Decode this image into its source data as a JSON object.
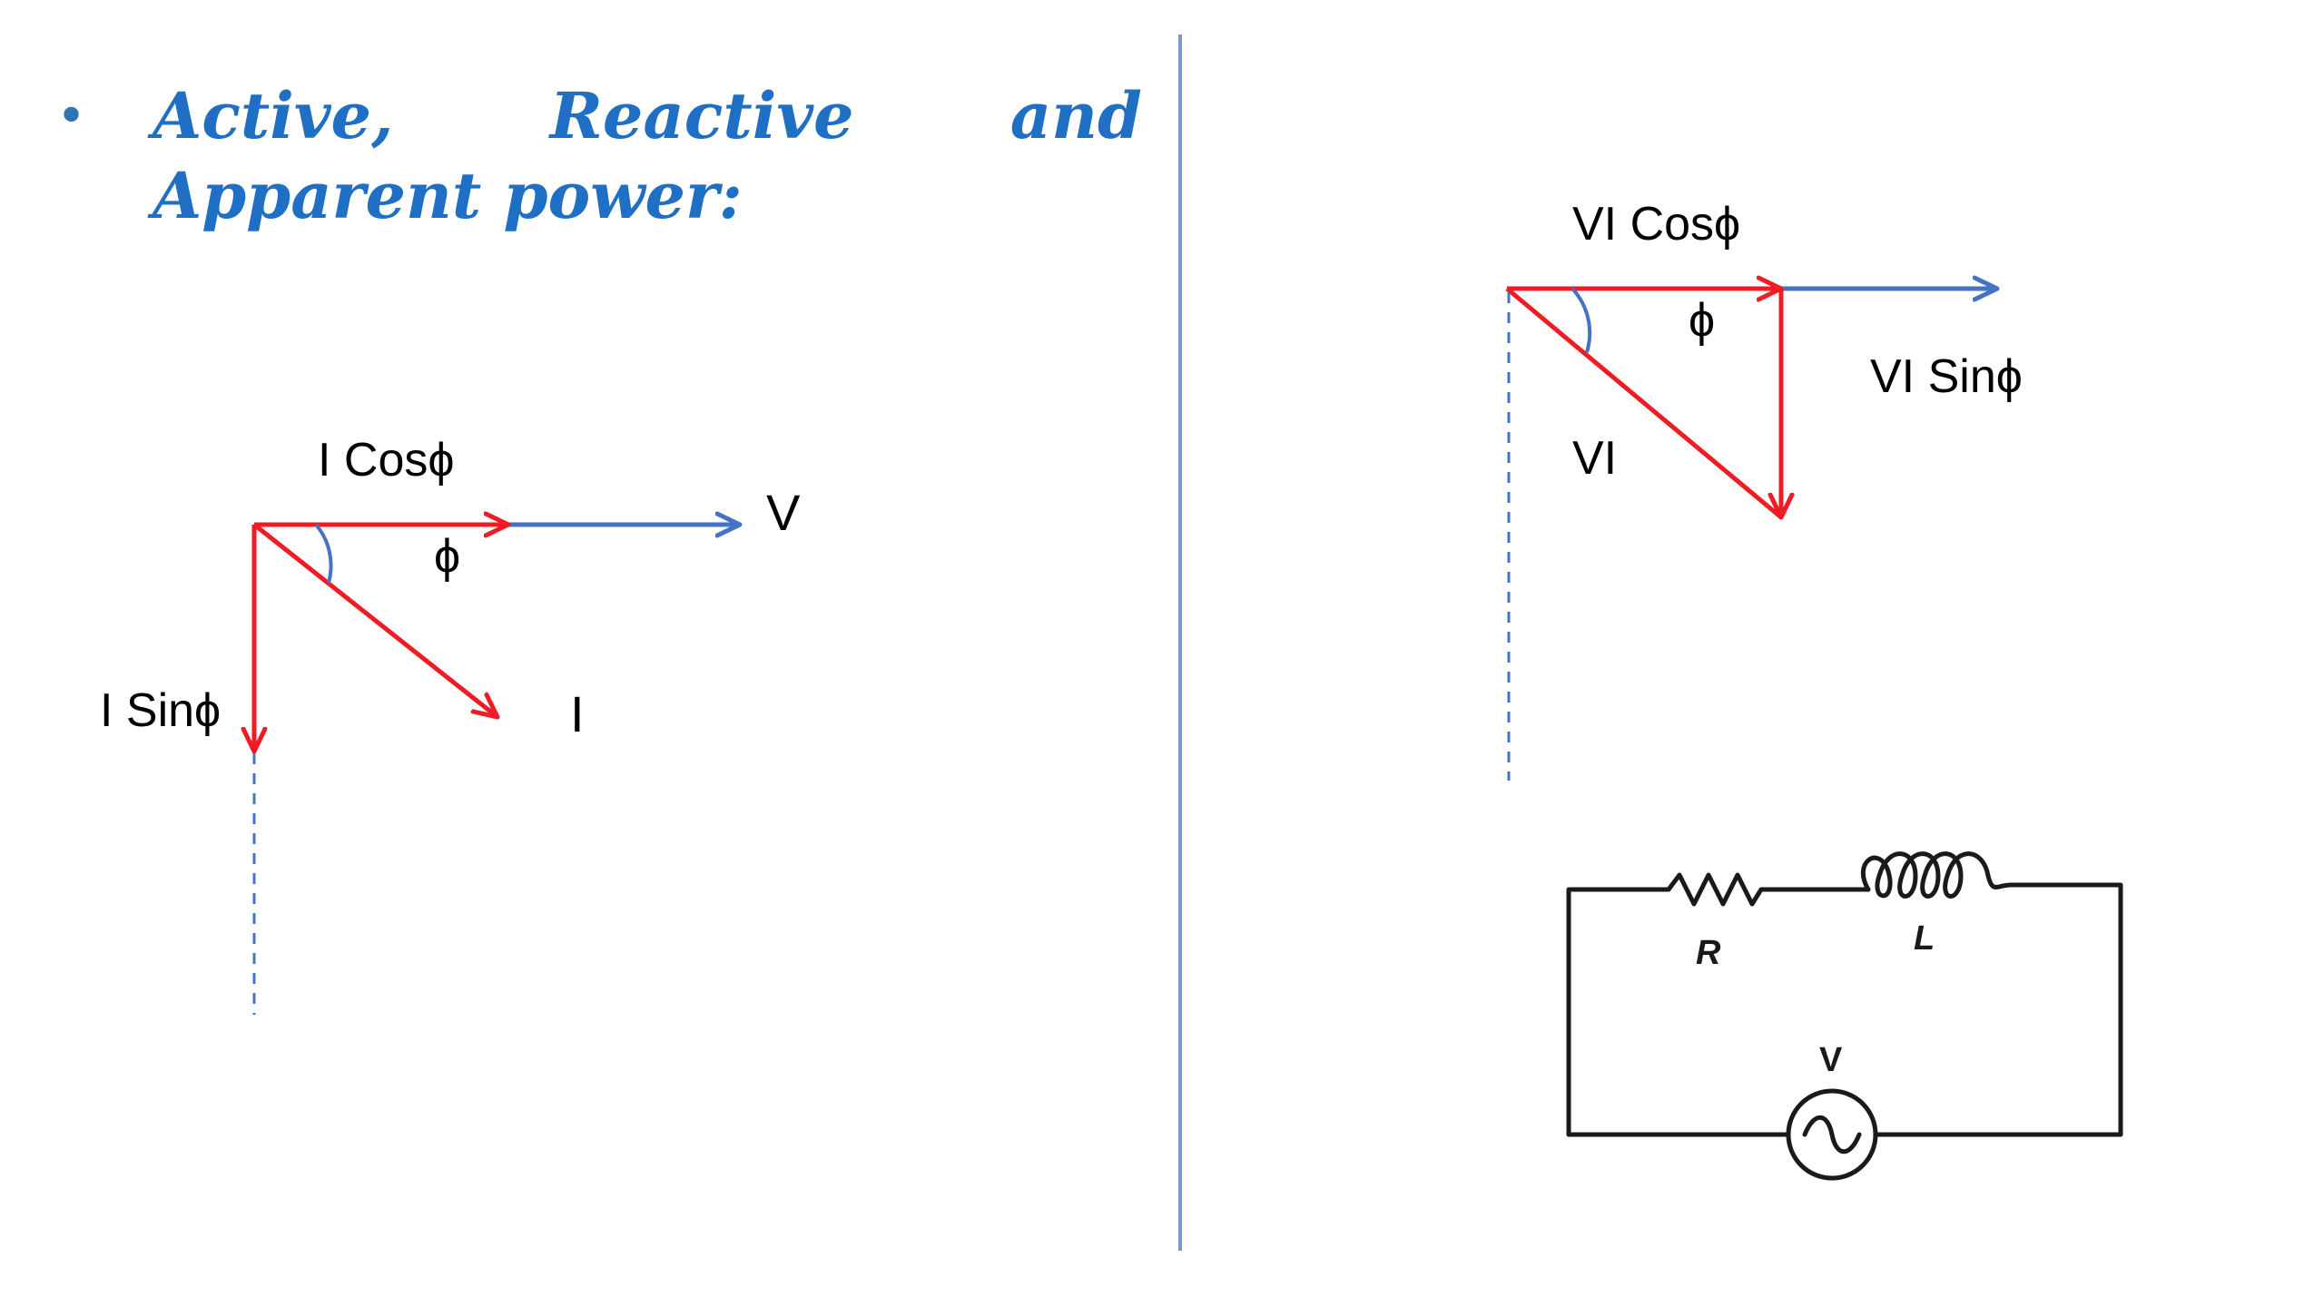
{
  "slide": {
    "title": "Active, Reactive and Apparent power:"
  },
  "left_diagram": {
    "label_i_cos": "I Cosϕ",
    "label_v": "V",
    "label_phi": "ϕ",
    "label_i_sin": "I Sinϕ",
    "label_i": "I"
  },
  "right_diagram": {
    "label_vi_cos": "VI Cosϕ",
    "label_phi": "ϕ",
    "label_vi_sin": "VI Sinϕ",
    "label_vi": "VI"
  },
  "circuit": {
    "label_r": "R",
    "label_l": "L",
    "label_v": "V"
  },
  "colors": {
    "red": "#ee1c25",
    "blue": "#4472c4",
    "title": "#1f6fc4",
    "black": "#000000"
  }
}
